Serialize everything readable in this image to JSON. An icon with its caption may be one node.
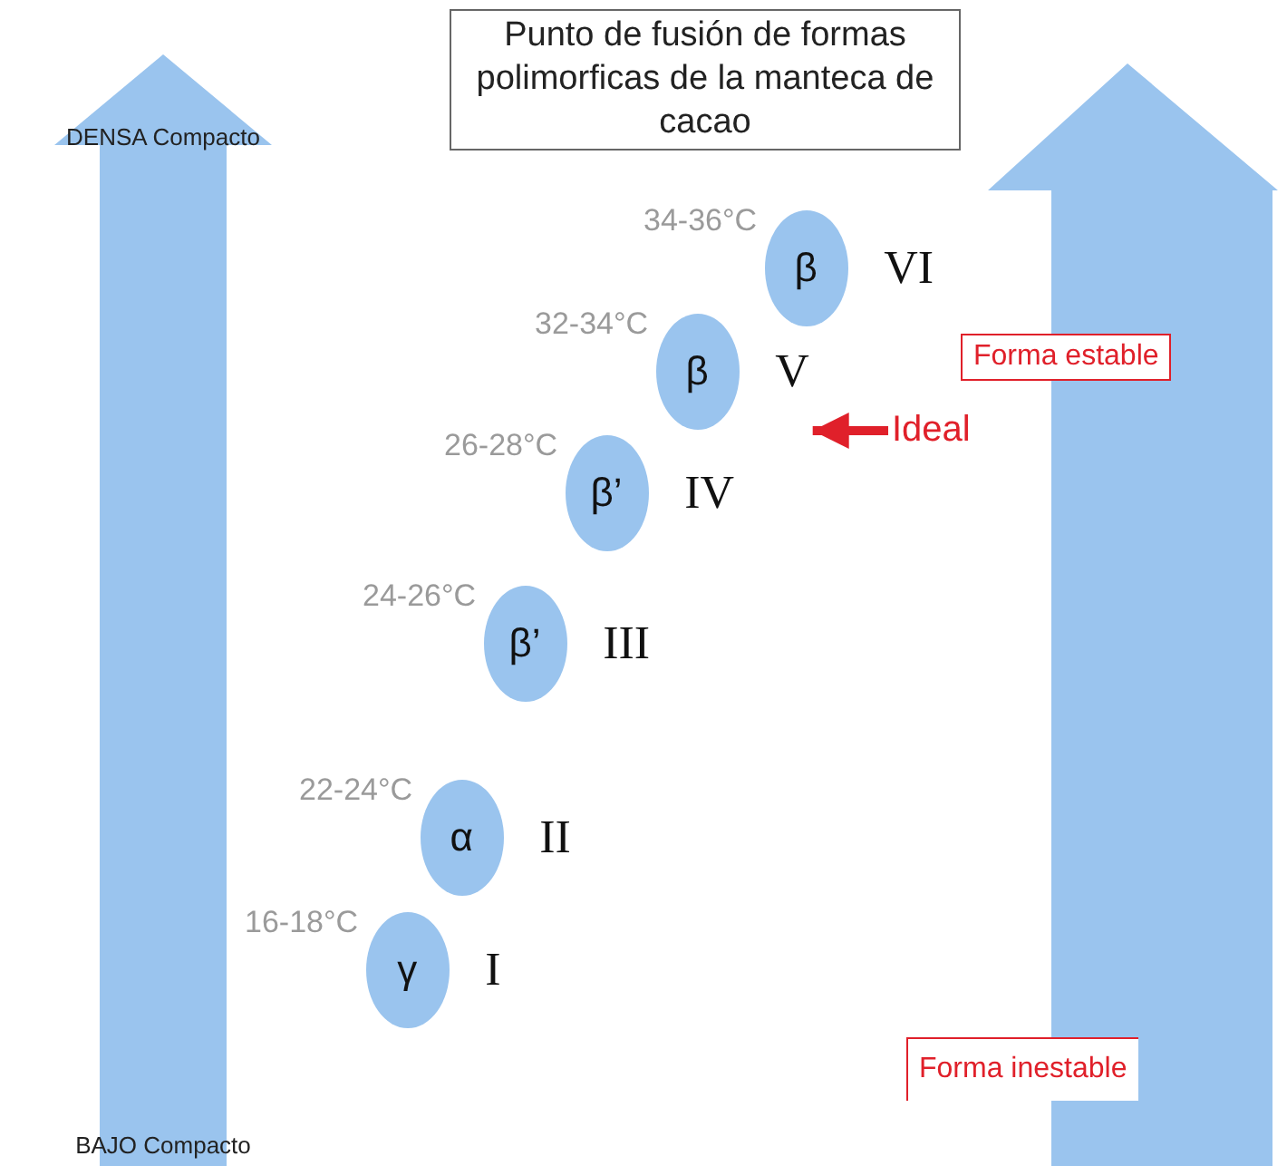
{
  "diagram": {
    "title": "Punto de fusión de formas polimorficas de la manteca de cacao",
    "nodes": [
      {
        "text": [
          "DENSA Compacto",
          "BAJO Compacto"
        ]
      },
      {
        "text": [
          "β"
        ],
        "beside": [
          "34-36°C",
          "VI"
        ]
      },
      {
        "text": [
          "Forma estable"
        ]
      },
      {
        "text": [
          "β"
        ],
        "beside": [
          "32-34°C",
          "V"
        ]
      },
      {
        "text": [
          "Ideal"
        ]
      },
      {
        "text": [
          "β’"
        ],
        "beside": [
          "26-28°C",
          "IV"
        ]
      },
      {
        "text": [
          "β’"
        ],
        "beside": [
          "24-26°C",
          "III"
        ]
      },
      {
        "text": [
          "α"
        ],
        "beside": [
          "22-24°C",
          "II"
        ]
      },
      {
        "text": [
          "γ"
        ],
        "beside": [
          "16-18°C",
          "I"
        ]
      },
      {
        "text": [
          "Forma inestable"
        ]
      }
    ],
    "edges": [
      {
        "from": 4,
        "to": 3,
        "arrow": "to"
      }
    ]
  }
}
